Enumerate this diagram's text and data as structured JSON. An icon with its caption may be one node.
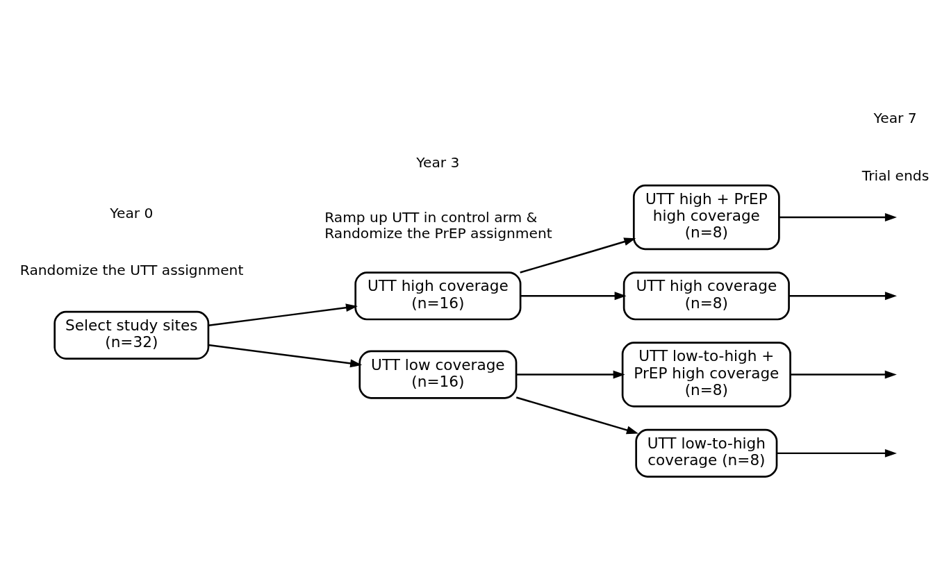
{
  "diagram": {
    "nodes": [
      {
        "text": [
          "Select study sites (n=32)"
        ]
      },
      {
        "text": [
          "UTT high coverage (n=16)"
        ]
      },
      {
        "text": [
          "UTT low coverage (n=16)"
        ]
      },
      {
        "text": [
          "UTT high + PrEP high coverage (n=8)"
        ]
      },
      {
        "text": [
          "UTT high coverage (n=8)"
        ]
      },
      {
        "text": [
          "UTT low-to-high + PrEP high coverage (n=8)"
        ]
      },
      {
        "text": [
          "UTT low-to-high coverage (n=8)"
        ]
      }
    ],
    "edges": [
      {
        "from": 0,
        "to": 1,
        "arrow": "to"
      },
      {
        "from": 0,
        "to": 2,
        "arrow": "to"
      },
      {
        "from": 1,
        "to": 3,
        "arrow": "to"
      },
      {
        "from": 1,
        "to": 4,
        "arrow": "to"
      },
      {
        "from": 2,
        "to": 5,
        "arrow": "to"
      },
      {
        "from": 2,
        "to": 6,
        "arrow": "to"
      },
      {
        "from": 3,
        "to": null,
        "arrow": "to"
      },
      {
        "from": 4,
        "to": null,
        "arrow": "to"
      },
      {
        "from": 5,
        "to": null,
        "arrow": "to"
      },
      {
        "from": 6,
        "to": null,
        "arrow": "to"
      }
    ],
    "labels": [
      "Year 0",
      "Randomize the UTT assignment",
      "Year 3",
      "Ramp up UTT in control arm & Randomize the PrEP assignment",
      "Year 7",
      "Trial ends"
    ]
  }
}
